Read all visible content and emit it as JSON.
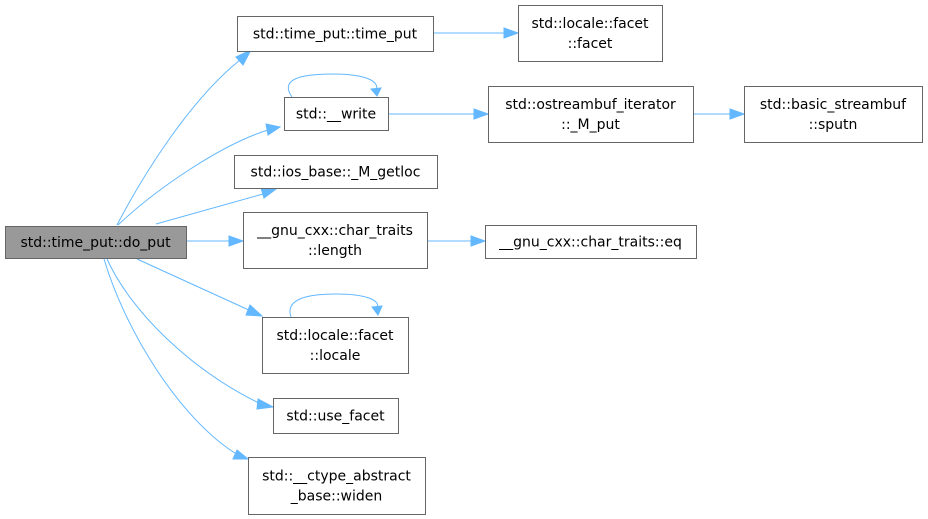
{
  "nodes": {
    "root": {
      "lines": [
        "std::time_put::do_put"
      ]
    },
    "time_put_ctor": {
      "lines": [
        "std::time_put::time_put"
      ]
    },
    "facet_ctor": {
      "lines": [
        "std::locale::facet",
        "::facet"
      ]
    },
    "write": {
      "lines": [
        "std::__write"
      ]
    },
    "m_put": {
      "lines": [
        "std::ostreambuf_iterator",
        "::_M_put"
      ]
    },
    "sputn": {
      "lines": [
        "std::basic_streambuf",
        "::sputn"
      ]
    },
    "m_getloc": {
      "lines": [
        "std::ios_base::_M_getloc"
      ]
    },
    "length": {
      "lines": [
        "__gnu_cxx::char_traits",
        "::length"
      ]
    },
    "eq": {
      "lines": [
        "__gnu_cxx::char_traits::eq"
      ]
    },
    "facet_locale": {
      "lines": [
        "std::locale::facet",
        "::locale"
      ]
    },
    "use_facet": {
      "lines": [
        "std::use_facet"
      ]
    },
    "widen": {
      "lines": [
        "std::__ctype_abstract",
        "_base::widen"
      ]
    }
  },
  "edges": [
    {
      "from": "root",
      "to": "time_put_ctor"
    },
    {
      "from": "time_put_ctor",
      "to": "facet_ctor"
    },
    {
      "from": "root",
      "to": "write"
    },
    {
      "from": "write",
      "to": "write"
    },
    {
      "from": "write",
      "to": "m_put"
    },
    {
      "from": "m_put",
      "to": "sputn"
    },
    {
      "from": "root",
      "to": "m_getloc"
    },
    {
      "from": "root",
      "to": "length"
    },
    {
      "from": "length",
      "to": "eq"
    },
    {
      "from": "root",
      "to": "facet_locale"
    },
    {
      "from": "facet_locale",
      "to": "facet_locale"
    },
    {
      "from": "root",
      "to": "use_facet"
    },
    {
      "from": "root",
      "to": "widen"
    }
  ],
  "colors": {
    "edge": "#63b8ff",
    "node_border": "#666666",
    "root_fill": "#999999",
    "node_fill": "#ffffff"
  }
}
